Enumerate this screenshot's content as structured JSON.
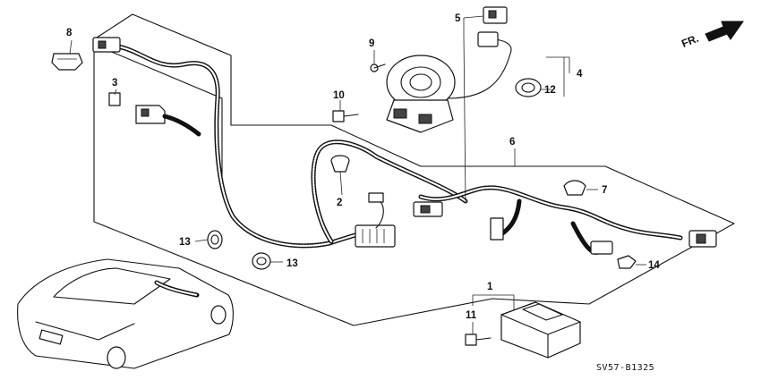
{
  "diagram": {
    "callouts": [
      "1",
      "2",
      "3",
      "4",
      "5",
      "6",
      "7",
      "8",
      "9",
      "10",
      "11",
      "12",
      "13",
      "13",
      "14"
    ],
    "direction_label": "FR.",
    "direction_icon": "arrow-right-icon",
    "drawing_code": "SV57-B1325"
  }
}
